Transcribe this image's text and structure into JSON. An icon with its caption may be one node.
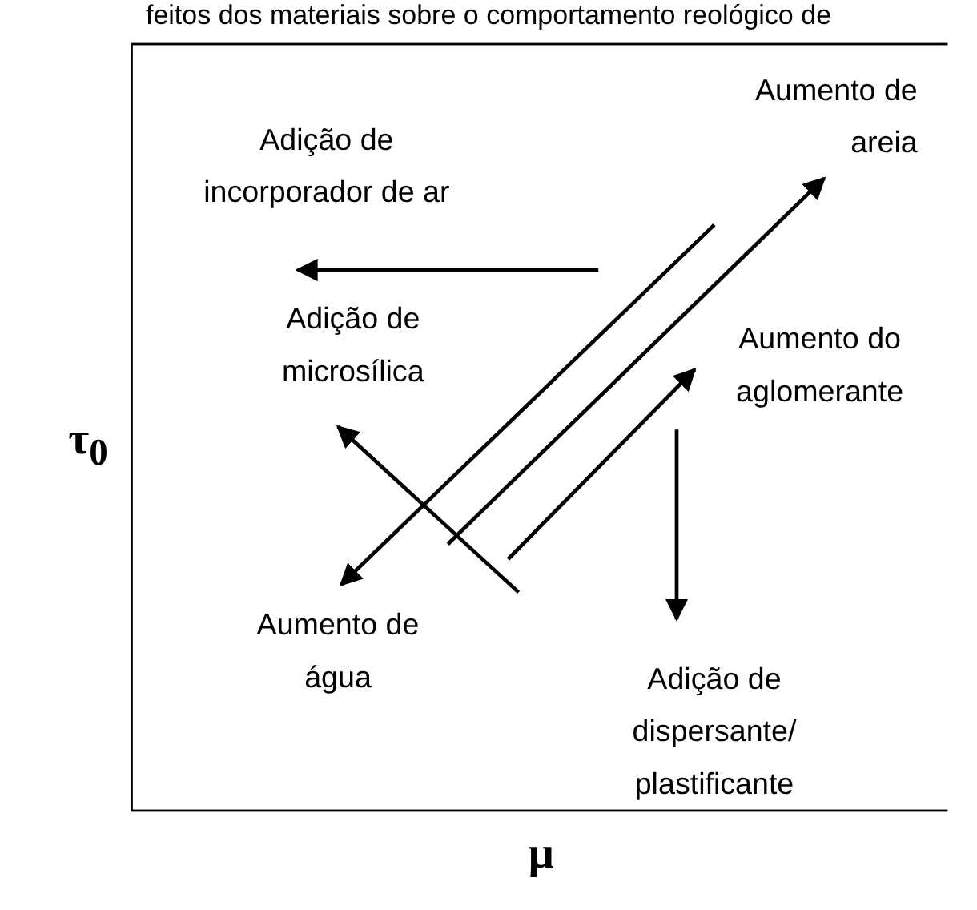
{
  "diagram": {
    "title": "feitos dos materiais sobre o comportamento reológico de",
    "labels": [
      "Aumento de areia",
      "Adição de incorporador de ar",
      "Adição de microsílica",
      "Aumento do aglomerante",
      "τ$_{0}$",
      "Aumento de água",
      "Adição de dispersante/ plastificante",
      "μ"
    ]
  }
}
